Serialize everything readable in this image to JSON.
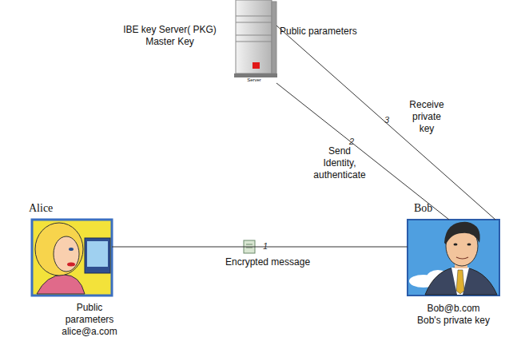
{
  "diagram": {
    "nodes": [
      {
        "text": [
          "IBE key Server( PKG) Master Key",
          "Public parameters",
          "Server"
        ]
      },
      {
        "text": [
          "Alice",
          "Public parameters alice@a.com"
        ]
      },
      {
        "text": [
          "Bob",
          "Bob@b.com Bob's private key"
        ]
      }
    ],
    "edges": [
      {
        "from": 1,
        "to": 2,
        "arrow": "none",
        "label": "Encrypted message"
      },
      {
        "from": 2,
        "to": 0,
        "arrow": "none",
        "label": "Send Identity, authenticate"
      },
      {
        "from": 0,
        "to": 2,
        "arrow": "none",
        "label": "Receive private key"
      }
    ],
    "labels": [
      "1",
      "2",
      "3"
    ]
  }
}
